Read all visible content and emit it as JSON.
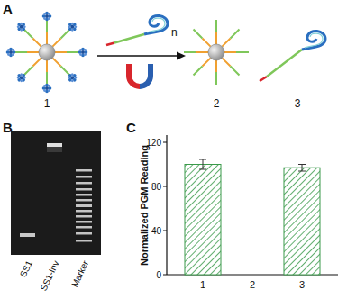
{
  "diagram": {
    "labels": [
      "A",
      "n",
      "1",
      "2",
      "3",
      "B",
      "SS1",
      "SS1-Inv",
      "Marker",
      "C",
      "120",
      "80",
      "40",
      "0",
      "Normalized PGM Reading",
      "1",
      "2",
      "3"
    ]
  }
}
